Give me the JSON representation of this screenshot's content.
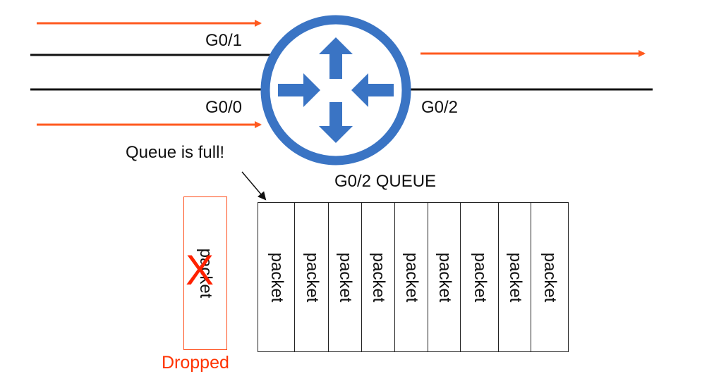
{
  "labels": {
    "g01": "G0/1",
    "g00": "G0/0",
    "g02": "G0/2",
    "queue_title": "G0/2 QUEUE",
    "queue_full": "Queue is full!",
    "dropped": "Dropped",
    "drop_mark": "X"
  },
  "queue": {
    "packets": [
      "packet",
      "packet",
      "packet",
      "packet",
      "packet",
      "packet",
      "packet",
      "packet",
      "packet"
    ],
    "dropped_packet": "packet"
  },
  "colors": {
    "arrow": "#ff5a1f",
    "router_fill": "#3a74c4",
    "router_symbol": "#3a74c4",
    "dropped": "#ff3300",
    "cable": "#111111"
  },
  "icons": {
    "router": "router-icon"
  }
}
